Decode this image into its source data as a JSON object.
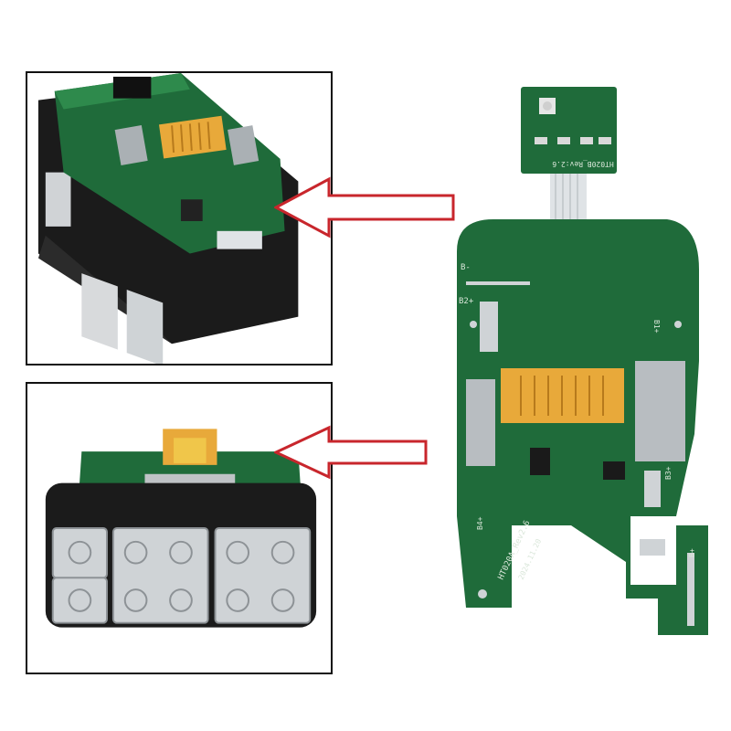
{
  "board": {
    "main_board_label": "HT020A_Rev2.6",
    "main_board_date": "2024.11.20",
    "led_board_label": "HT020B_Rev:2.6",
    "pad_labels": {
      "b_minus": "B-",
      "b2_plus": "B2+",
      "b1_plus_upper": "B1+",
      "b3_plus": "B3+",
      "b4_plus": "B4+",
      "b_plus": "B+"
    }
  },
  "colors": {
    "pcb_green": "#1f6b3a",
    "connector_orange": "#e8a93a",
    "arrow_red": "#c8262c",
    "battery_black": "#1b1b1b",
    "nickel_strip": "#cfd3d6"
  }
}
